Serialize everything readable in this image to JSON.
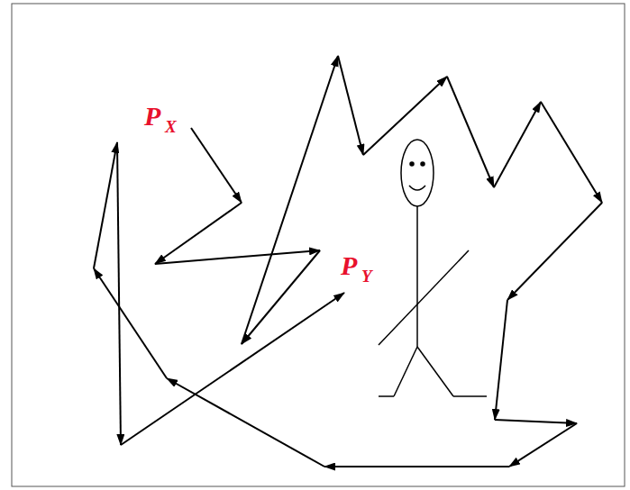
{
  "diagram": {
    "labels": [
      "P",
      "X",
      "P",
      "Y"
    ]
  }
}
